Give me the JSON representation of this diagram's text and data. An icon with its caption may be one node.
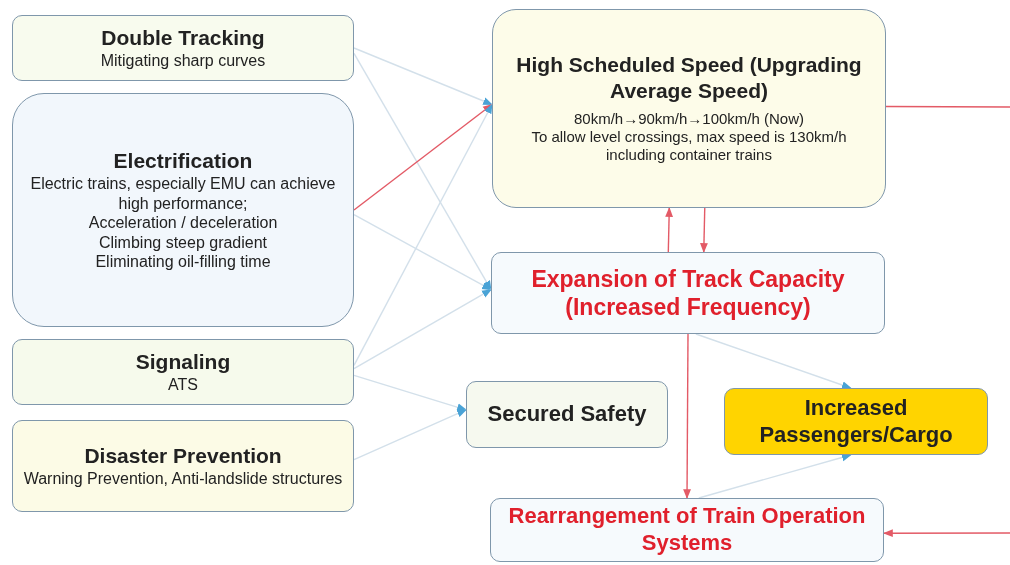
{
  "diagram": {
    "nodes": [
      {
        "text": [
          "Double Tracking",
          "Mitigating sharp curves"
        ]
      },
      {
        "text": [
          "Electrification",
          "Electric trains, especially EMU can achieve high performance;",
          "Acceleration / deceleration",
          "Climbing steep gradient",
          "Eliminating oil-filling time"
        ]
      },
      {
        "text": [
          "Signaling",
          "ATS"
        ]
      },
      {
        "text": [
          "Disaster Prevention",
          "Warning Prevention, Anti-landslide structures"
        ]
      },
      {
        "text": [
          "High Scheduled Speed (Upgrading Average Speed)",
          "80km/h→90km/h→100km/h (Now)",
          "To allow level crossings, max speed is 130km/h including container trains"
        ]
      },
      {
        "text": [
          "Expansion of Track Capacity (Increased Frequency)"
        ]
      },
      {
        "text": [
          "Secured Safety"
        ]
      },
      {
        "text": [
          "Increased Passengers/Cargo"
        ]
      },
      {
        "text": [
          "Rearrangement of Train Operation Systems"
        ]
      }
    ],
    "edges": [
      {
        "from": 0,
        "to": 4,
        "arrow": "to"
      },
      {
        "from": 0,
        "to": 5,
        "arrow": "to"
      },
      {
        "from": 1,
        "to": 4,
        "arrow": "to",
        "color": "#e35a66"
      },
      {
        "from": 1,
        "to": 5,
        "arrow": "to"
      },
      {
        "from": 2,
        "to": 4,
        "arrow": "to"
      },
      {
        "from": 2,
        "to": 5,
        "arrow": "to"
      },
      {
        "from": 2,
        "to": 6,
        "arrow": "to"
      },
      {
        "from": 3,
        "to": 6,
        "arrow": "to"
      },
      {
        "from": 5,
        "to": 4,
        "arrow": "to",
        "color": "#e35a66"
      },
      {
        "from": 4,
        "to": 5,
        "arrow": "to",
        "color": "#e35a66"
      },
      {
        "from": 5,
        "to": 7,
        "arrow": "to"
      },
      {
        "from": 5,
        "to": 8,
        "arrow": "to",
        "color": "#e35a66"
      },
      {
        "from": 8,
        "to": 7,
        "arrow": "to"
      },
      {
        "from": 4,
        "to": null,
        "arrow": "none",
        "color": "#e35a66"
      },
      {
        "from": null,
        "to": 8,
        "arrow": "to",
        "color": "#e35a66"
      }
    ]
  }
}
